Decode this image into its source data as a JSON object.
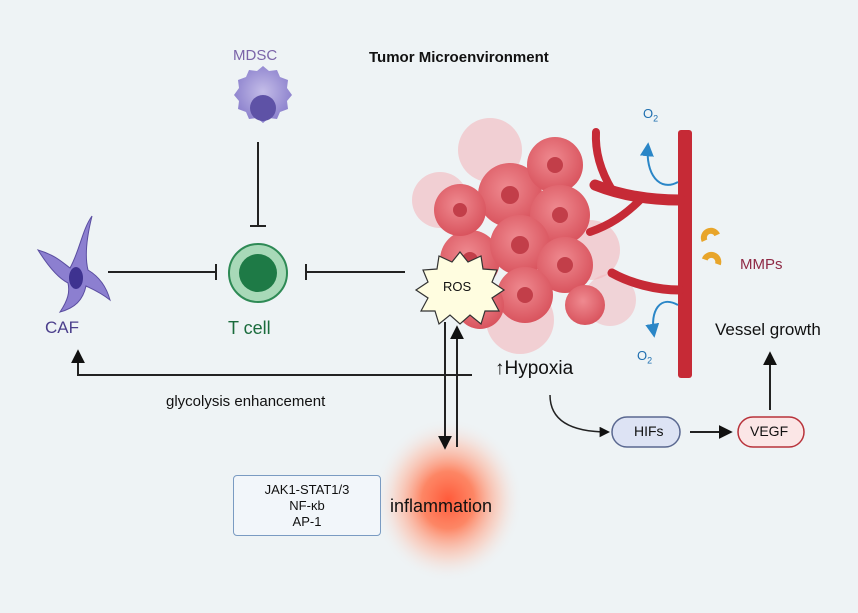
{
  "title": "Tumor Microenvironment",
  "labels": {
    "mdsc": "MDSC",
    "caf": "CAF",
    "t_cell": "T cell",
    "ros": "ROS",
    "mmps": "MMPs",
    "vessel_growth": "Vessel growth",
    "hypoxia": "Hypoxia",
    "hypoxia_arrow": "↑",
    "glycolysis": "glycolysis enhancement",
    "inflammation": "inflammation",
    "hifs": "HIFs",
    "vegf": "VEGF",
    "o2_base": "O",
    "o2_sub": "2"
  },
  "pathways": [
    "JAK1-STAT1/3",
    "NF-κb",
    "AP-1"
  ],
  "colors": {
    "background": "#eef3f5",
    "tumor": "#e0606a",
    "vessel": "#c62a36",
    "t_cell": "#2e9a5c",
    "mdsc": "#7d70c0",
    "caf": "#7d6ac4",
    "inflammation": "#ff6a4a",
    "oxygen": "#2a86c7",
    "mmp": "#e8a52a"
  },
  "icons": [
    "mdsc-cell-icon",
    "t-cell-icon",
    "caf-cell-icon",
    "tumor-mass-icon",
    "blood-vessel-icon",
    "ros-starburst-icon",
    "mmp-enzyme-icon"
  ]
}
